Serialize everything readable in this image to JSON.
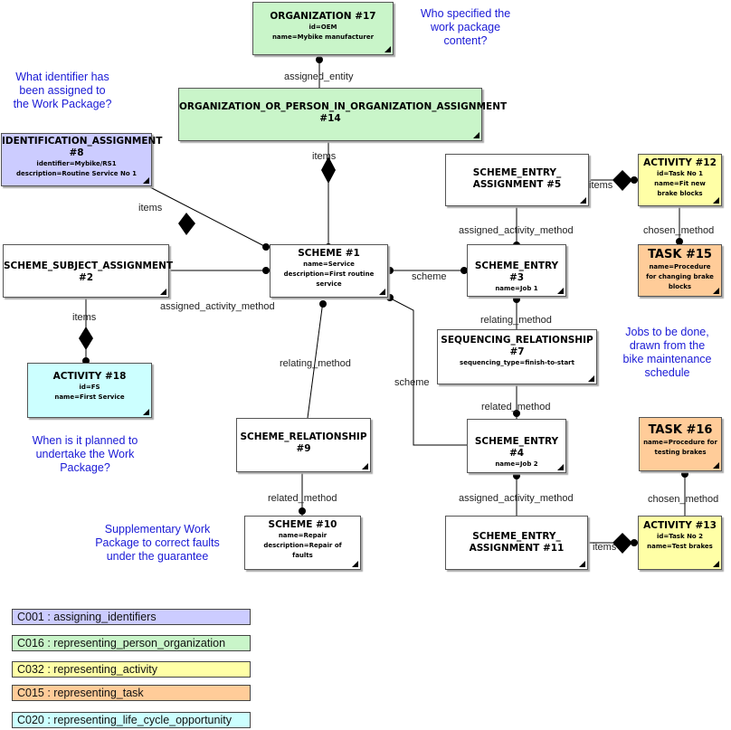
{
  "colors": {
    "green": "#c9f5c9",
    "purple": "#ccccff",
    "yellow": "#ffffa6",
    "orange": "#ffcc99",
    "cyan": "#ccffff",
    "white": "#ffffff",
    "note_text": "#1a1ad6"
  },
  "boxes": {
    "org17": {
      "title": "ORGANIZATION #17",
      "attrs": "id=OEM\nname=Mybike manufacturer"
    },
    "org14": {
      "title": "ORGANIZATION_OR_PERSON_IN_ORGANIZATION_ASSIGNMENT\n#14",
      "attrs": ""
    },
    "ida8": {
      "title": "IDENTIFICATION_ASSIGNMENT\n#8",
      "attrs": "identifier=Mybike/RS1\ndescription=Routine Service No 1"
    },
    "ssa2": {
      "title": "SCHEME_SUBJECT_ASSIGNMENT\n#2",
      "attrs": ""
    },
    "scheme1": {
      "title": "SCHEME #1",
      "attrs": "name=Service\ndescription=First routine\nservice"
    },
    "sea5": {
      "title": "SCHEME_ENTRY_\nASSIGNMENT #5",
      "attrs": ""
    },
    "act12": {
      "title": "ACTIVITY #12",
      "attrs": "id=Task No 1\nname=Fit new\nbrake blocks"
    },
    "se3": {
      "title": "SCHEME_ENTRY #3",
      "attrs": "name=Job 1"
    },
    "task15": {
      "title": "TASK #15",
      "attrs": "name=Procedure\nfor changing brake\nblocks"
    },
    "seq7": {
      "title": "SEQUENCING_RELATIONSHIP\n#7",
      "attrs": "sequencing_type=finish-to-start"
    },
    "act18": {
      "title": "ACTIVITY #18",
      "attrs": "id=FS\nname=First Service"
    },
    "sr9": {
      "title": "SCHEME_RELATIONSHIP\n#9",
      "attrs": ""
    },
    "se4": {
      "title": "SCHEME_ENTRY #4",
      "attrs": "name=Job 2"
    },
    "task16": {
      "title": "TASK #16",
      "attrs": "name=Procedure for\ntesting brakes"
    },
    "scheme10": {
      "title": "SCHEME #10",
      "attrs": "name=Repair\ndescription=Repair of\nfaults"
    },
    "sea11": {
      "title": "SCHEME_ENTRY_\nASSIGNMENT #11",
      "attrs": ""
    },
    "act13": {
      "title": "ACTIVITY #13",
      "attrs": "id=Task No 2\nname=Test brakes"
    }
  },
  "labels": {
    "assigned_entity": "assigned_entity",
    "items_14": "items",
    "items_8": "items",
    "items_2": "items",
    "items_5": "items",
    "items_11": "items",
    "assigned_activity_method_2": "assigned_activity_method",
    "assigned_activity_method_5": "assigned_activity_method",
    "assigned_activity_method_11": "assigned_activity_method",
    "scheme_3": "scheme",
    "scheme_4": "scheme",
    "relating_method_9": "relating_method",
    "relating_method_7": "relating_method",
    "related_method_7": "related_method",
    "related_method_9": "related_method",
    "chosen_method_12": "chosen_method",
    "chosen_method_13": "chosen_method"
  },
  "notes": {
    "who": "Who specified the\nwork package\ncontent?",
    "what": "What identifier has\nbeen assigned to\nthe Work Package?",
    "when": "When is it planned to\nundertake the Work\nPackage?",
    "supp": "Supplementary Work\nPackage to correct faults\nunder the guarantee",
    "jobs": "Jobs to be done,\ndrawn from the\nbike maintenance\nschedule"
  },
  "legend": [
    {
      "text": "C001 : assigning_identifiers",
      "color": "#ccccff"
    },
    {
      "text": "C016 : representing_person_organization",
      "color": "#c9f5c9"
    },
    {
      "text": "C032 : representing_activity",
      "color": "#ffffa6"
    },
    {
      "text": "C015 : representing_task",
      "color": "#ffcc99"
    },
    {
      "text": "C020 : representing_life_cycle_opportunity",
      "color": "#ccffff"
    }
  ]
}
